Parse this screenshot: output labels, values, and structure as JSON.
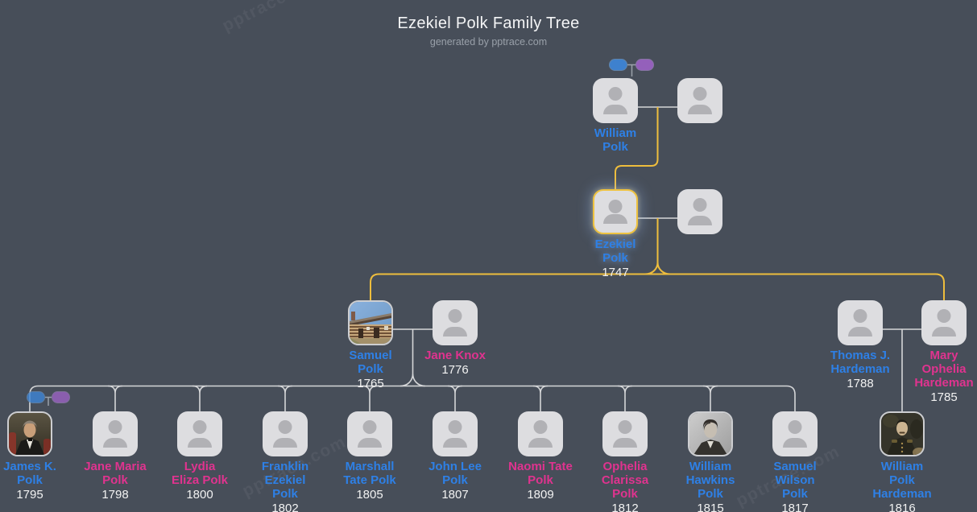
{
  "title": "Ezekiel Polk Family Tree",
  "subtitle": "generated by pptrace.com",
  "watermark": "pptrace.com",
  "colors": {
    "background": "#474e59",
    "card": "#dddde0",
    "glyph": "#b1b1b5",
    "male_name": "#2e80e6",
    "female_name": "#e0338f",
    "year_text": "#f2f2f2",
    "line": "#d5d6d8",
    "highlight_line": "#eebd3d",
    "badge_blue": "#3e86d8",
    "badge_purple": "#9b62c4"
  },
  "badges": [
    {
      "name": "blue-badge-top",
      "color": "#3e86d8"
    },
    {
      "name": "purple-badge-top",
      "color": "#9b62c4"
    },
    {
      "name": "blue-badge-james",
      "color": "#3e86d8"
    },
    {
      "name": "purple-badge-james",
      "color": "#9b62c4"
    }
  ],
  "people": [
    {
      "id": "william-polk",
      "name": [
        "William",
        "Polk"
      ],
      "year": "",
      "sex": "m"
    },
    {
      "id": "william-polk-spouse",
      "name": [],
      "year": "",
      "sex": ""
    },
    {
      "id": "ezekiel-polk",
      "name": [
        "Ezekiel",
        "Polk"
      ],
      "year": "1747",
      "sex": "m",
      "highlighted": true
    },
    {
      "id": "ezekiel-polk-spouse",
      "name": [],
      "year": "",
      "sex": ""
    },
    {
      "id": "samuel-polk",
      "name": [
        "Samuel",
        "Polk"
      ],
      "year": "1765",
      "sex": "m",
      "photo": "log-cabin"
    },
    {
      "id": "jane-knox",
      "name": [
        "Jane Knox"
      ],
      "year": "1776",
      "sex": "f"
    },
    {
      "id": "thomas-j-hardeman",
      "name": [
        "Thomas J.",
        "Hardeman"
      ],
      "year": "1788",
      "sex": "m"
    },
    {
      "id": "mary-ophelia-hardeman",
      "name": [
        "Mary",
        "Ophelia",
        "Hardeman"
      ],
      "year": "1785",
      "sex": "f"
    },
    {
      "id": "james-k-polk",
      "name": [
        "James K.",
        "Polk"
      ],
      "year": "1795",
      "sex": "m",
      "photo": "oil-portrait"
    },
    {
      "id": "jane-maria-polk",
      "name": [
        "Jane Maria",
        "Polk"
      ],
      "year": "1798",
      "sex": "f"
    },
    {
      "id": "lydia-eliza-polk",
      "name": [
        "Lydia",
        "Eliza Polk"
      ],
      "year": "1800",
      "sex": "f"
    },
    {
      "id": "franklin-ezekiel-polk",
      "name": [
        "Franklin",
        "Ezekiel",
        "Polk"
      ],
      "year": "1802",
      "sex": "m"
    },
    {
      "id": "marshall-tate-polk",
      "name": [
        "Marshall",
        "Tate Polk"
      ],
      "year": "1805",
      "sex": "m"
    },
    {
      "id": "john-lee-polk",
      "name": [
        "John Lee",
        "Polk"
      ],
      "year": "1807",
      "sex": "m"
    },
    {
      "id": "naomi-tate-polk",
      "name": [
        "Naomi Tate",
        "Polk"
      ],
      "year": "1809",
      "sex": "f"
    },
    {
      "id": "ophelia-clarissa-polk",
      "name": [
        "Ophelia",
        "Clarissa",
        "Polk"
      ],
      "year": "1812",
      "sex": "f"
    },
    {
      "id": "william-hawkins-polk",
      "name": [
        "William",
        "Hawkins",
        "Polk"
      ],
      "year": "1815",
      "sex": "m",
      "photo": "engraving"
    },
    {
      "id": "samuel-wilson-polk",
      "name": [
        "Samuel",
        "Wilson",
        "Polk"
      ],
      "year": "1817",
      "sex": "m"
    },
    {
      "id": "william-polk-hardeman",
      "name": [
        "William",
        "Polk",
        "Hardeman"
      ],
      "year": "1816",
      "sex": "m",
      "photo": "daguerreotype"
    }
  ]
}
